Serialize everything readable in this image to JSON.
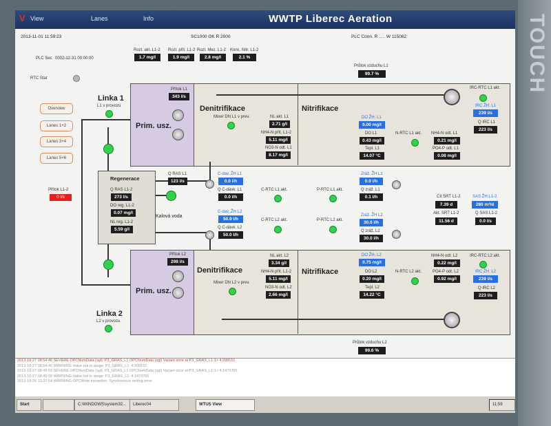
{
  "titlebar": {
    "logo": "V",
    "menu": [
      "View",
      "Lanes",
      "Info"
    ],
    "title": "WWTP Liberec Aeration"
  },
  "header": {
    "datetime": "2013-11-01 11:59:23",
    "device": "SC1000 OK R 2000",
    "plc": "PLC Conn. R ..... W 115062"
  },
  "top": {
    "plc_sec_label": "PLC Sec",
    "plc_sec_value": "0002-12-31 00:00:00",
    "rtc_label": "RTC Stat",
    "rozl_akt_label": "Rozl. akt. L1-2",
    "rozl_akt_value": "1.7 mg/l",
    "rozl_prit_label": "Rozl. přít. L1-2",
    "rozl_prit_value": "1.9 mg/l",
    "rozl_mez_label": "Rozl. Mez. L1-2",
    "rozl_mez_value": "2.8 mg/l",
    "konc_label": "Konc. Nitr. L1-2",
    "konc_value": "2.1 %",
    "air_flow_label": "Průtok vzduchu L1",
    "air_flow_value": "99.7 %"
  },
  "nav": [
    "Overview",
    "Lanes 1+2",
    "Lanes 3+4",
    "Lanes 5+6"
  ],
  "lane1": {
    "title": "Linka 1",
    "status": "L1 v provozu",
    "prim": "Prim. usz.",
    "inflow_label": "Přítok L1",
    "inflow_value": "343 l/s",
    "denit": "Denitrifikace",
    "nitr": "Nitrifikace",
    "mixer": "Mixer DN L1 v prev.",
    "nl_label": "NL akt. L1",
    "nl_value": "2.71 g/l",
    "nh4_label": "NH4-N přít. L1-2",
    "nh4_value": "5.11 mg/l",
    "no3_label": "NO3-N odt. L1",
    "no3_value": "8.17 mg/l",
    "do_zh_label": "DO ŽH. L1",
    "do_zh_value": "0.00 mg/l",
    "do_label": "DO L1",
    "do_value": "0.43 mg/l",
    "temp_label": "Tepl. L1",
    "temp_value": "14.07 °C",
    "nrtc_label": "N-RTC L1 akt.",
    "nh4odt_label": "NH4-N odt. L1",
    "nh4odt_value": "0.21 mg/l",
    "po4_label": "PO4-P odt. L1",
    "po4_value": "0.08 mg/l",
    "irc_rtc_label": "IRC-RTC L1 akt.",
    "irc_zh_label": "IRC ŽH. L1",
    "irc_zh_value": "239 l/s",
    "q_irc_label": "Q IRC L1",
    "q_irc_value": "223 l/s"
  },
  "lane2": {
    "title": "Linka 2",
    "status": "L2 v provozu",
    "prim": "Prim. usz.",
    "inflow_label": "Přítok L2",
    "inflow_value": "298 l/s",
    "denit": "Denitrifikace",
    "nitr": "Nitrifikace",
    "mixer": "Mixer DN L2 v prev.",
    "nl_label": "NL akt. L2",
    "nl_value": "3.34 g/l",
    "nh4_label": "NH4-N přít. L1-2",
    "nh4_value": "5.11 mg/l",
    "no3_label": "NO3-N odt. L2",
    "no3_value": "2.66 mg/l",
    "do_zh_label": "DO ŽH. L2",
    "do_zh_value": "0.75 mg/l",
    "do_label": "DO L2",
    "do_value": "0.20 mg/l",
    "temp_label": "Tepl. L2",
    "temp_value": "14.22 °C",
    "nrtc_label": "N-RTC L2 akt.",
    "nh4odt_label": "NH4-N odt. L2",
    "nh4odt_value": "0.22 mg/l",
    "po4_label": "PO4-P odt. L2",
    "po4_value": "0.92 mg/l",
    "irc_rtc_label": "IRC-RTC L2 akt.",
    "irc_zh_label": "IRC ŽH. L2",
    "irc_zh_value": "239 l/s",
    "q_irc_label": "Q IRC L2",
    "q_irc_value": "223 l/s",
    "air_flow_label": "Průtok vzduchu L2",
    "air_flow_value": "99.6 %"
  },
  "middle": {
    "inflow_label": "Přítok L1-2",
    "inflow_value": "0 l/s",
    "regen_title": "Regenerace",
    "q_ras12_label": "Q RAS L1-2",
    "q_ras12_value": "273 l/s",
    "do_reg_label": "DO reg. L1-2",
    "do_reg_value": "0.07 mg/l",
    "nl_reg_label": "NL reg. L1-2",
    "nl_reg_value": "5.59 g/l",
    "kalova": "Kalová voda",
    "q_ras1_label": "Q RAS L1",
    "q_ras1_value": "123 l/s",
    "cdav_zh1_label": "C-dav. ŽH L1",
    "cdav_zh1_value": "0.0 l/h",
    "q_cdav1_label": "Q C-dávk. L1",
    "q_cdav1_value": "0.0 l/h",
    "crtc1_label": "C-RTC L1 akt.",
    "prtc1_label": "P-RTC L1 akt.",
    "zraz_zh1_label": "Zráž. ŽH L1",
    "zraz_zh1_value": "0.0 l/h",
    "q_zraz1_label": "Q zráž. L1",
    "q_zraz1_value": "0.1 l/h",
    "cdav_zh2_label": "C-dav. ŽH L2",
    "cdav_zh2_value": "50.9 l/h",
    "q_cdav2_label": "Q C-dávk. L2",
    "q_cdav2_value": "50.0 l/h",
    "crtc2_label": "C-RTC L2 akt.",
    "prtc2_label": "P-RTC L2 akt.",
    "zraz_zh2_label": "Zráž. ŽH L2",
    "zraz_zh2_value": "30.0 l/h",
    "q_zraz2_label": "Q zráž. L2",
    "q_zraz2_value": "30.0 l/h",
    "cil_srt_label": "Cíl SRT L1-2",
    "cil_srt_value": "7.39 d",
    "sas_zh_label": "SAS ŽH L1-2",
    "sas_zh_value": "280 m³/d",
    "akt_srt_label": "Akt. SRT L1-2",
    "akt_srt_value": "11.56 d",
    "q_sas_label": "Q SAS L1-2",
    "q_sas_value": "0.0 l/s"
  },
  "log": [
    "2013-10-27 08:54:40 SEVERE OPCNumData (sgl): P3_GRAS_L1 OPCNumData (sgl) Variant error at P3_GRAS_L1:1> 4.099151",
    "2013-10-27 08:54:40 WARNING Value not in range: P3_GRAS_L1: 4.099151",
    "2013-10-27 08:49:03 SEVERE OPCNumData (sgl): P3_GRAS_L1 OPCNumData (sgl) Variant error at P3_GRAS_L1:1> 4.1473765",
    "2013-10-27 08:49:03 WARNING Value not in range: P3_GRAS_L1: 4.1473765",
    "2013-10-26 13:37:54 WARNING OPCWrite exception: Synchronous writing error."
  ],
  "taskbar": {
    "start": "Start",
    "items": [
      "",
      "C:\\WINDOWS\\system32...",
      "Liberec04",
      "WTUS View"
    ],
    "clock": "11:59"
  }
}
